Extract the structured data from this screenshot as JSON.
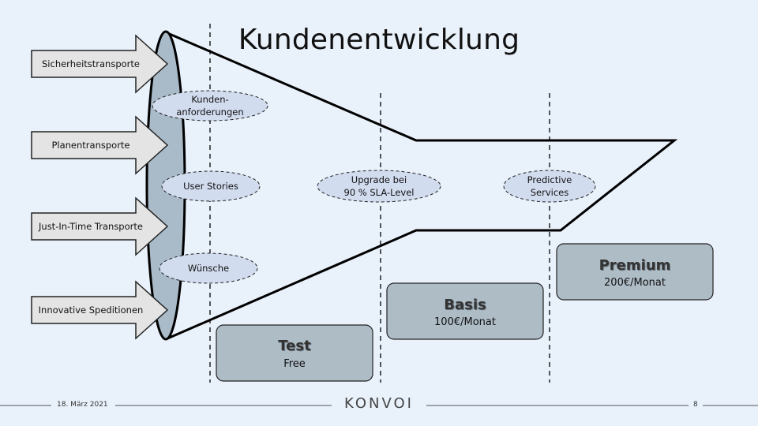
{
  "slide": {
    "title": "Kundenentwicklung",
    "footer": {
      "date": "18. März 2021",
      "logo": "KONVOI",
      "page": "8"
    }
  },
  "sources": [
    {
      "label": "Sicherheitstransporte"
    },
    {
      "label": "Planentransporte"
    },
    {
      "label": "Just-In-Time Transporte"
    },
    {
      "label": "Innovative Speditionen"
    }
  ],
  "inputs": [
    {
      "line1": "Kunden-",
      "line2": "anforderungen"
    },
    {
      "line1": "User Stories"
    },
    {
      "line1": "Wünsche"
    }
  ],
  "milestones": [
    {
      "line1": "Upgrade bei",
      "line2": "90 % SLA-Level"
    },
    {
      "line1": "Predictive",
      "line2": "Services"
    }
  ],
  "tiers": [
    {
      "name": "Test",
      "price": "Free"
    },
    {
      "name": "Basis",
      "price": "100€/Monat"
    },
    {
      "name": "Premium",
      "price": "200€/Monat"
    }
  ],
  "colors": {
    "background": "#e9f1fb",
    "arrow_fill": "#e4e4e4",
    "ellipse_fill": "#d2dcef",
    "cone_fill": "#a9bbc8",
    "tier_fill": "#aebcc6"
  }
}
